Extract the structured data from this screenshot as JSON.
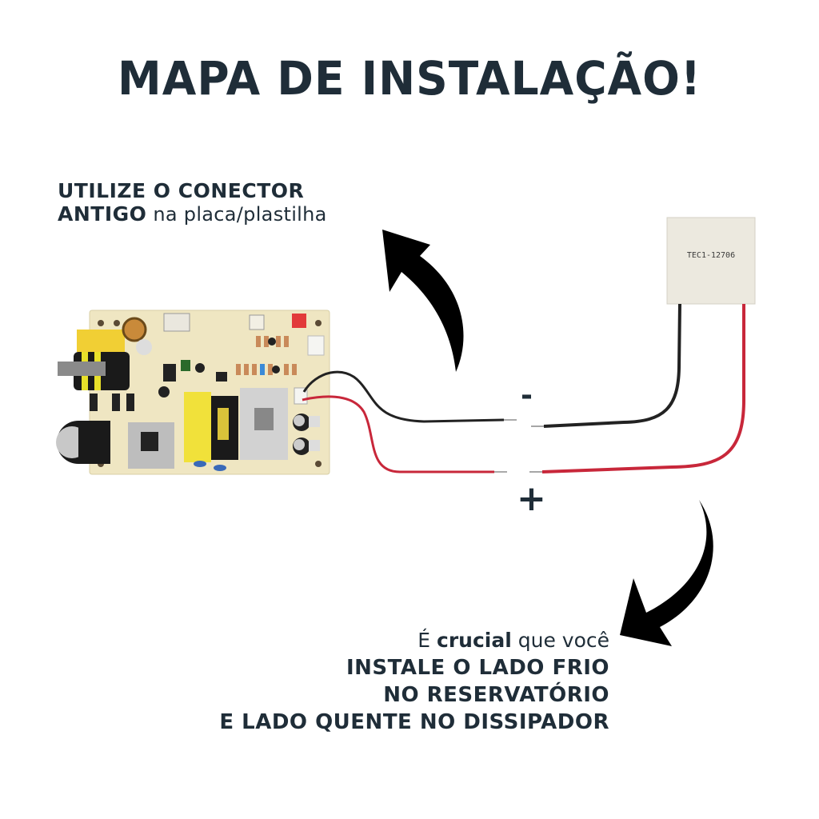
{
  "title": "MAPA DE INSTALAÇÃO!",
  "top_note": {
    "line1_bold": "UTILIZE O CONECTOR",
    "line2_bold": "ANTIGO",
    "line2_light": " na placa/plastilha"
  },
  "bottom_note": {
    "line1_light_a": "É ",
    "line1_bold": "crucial",
    "line1_light_b": " que você",
    "line2": "INSTALE O LADO FRIO",
    "line3": "NO RESERVATÓRIO",
    "line4": "E LADO QUENTE NO DISSIPADOR"
  },
  "polarity": {
    "negative": "-",
    "positive": "+"
  },
  "peltier": {
    "model_label": "TEC1-12706"
  },
  "colors": {
    "text": "#1f2d38",
    "wire_red": "#c8273a",
    "wire_black": "#222222",
    "pcb": "#efe6c2",
    "peltier": "#ece9df",
    "arrow": "#000000"
  },
  "icons": {
    "arrow_up": "curved-arrow-up-left-icon",
    "arrow_down": "curved-arrow-down-left-icon"
  }
}
